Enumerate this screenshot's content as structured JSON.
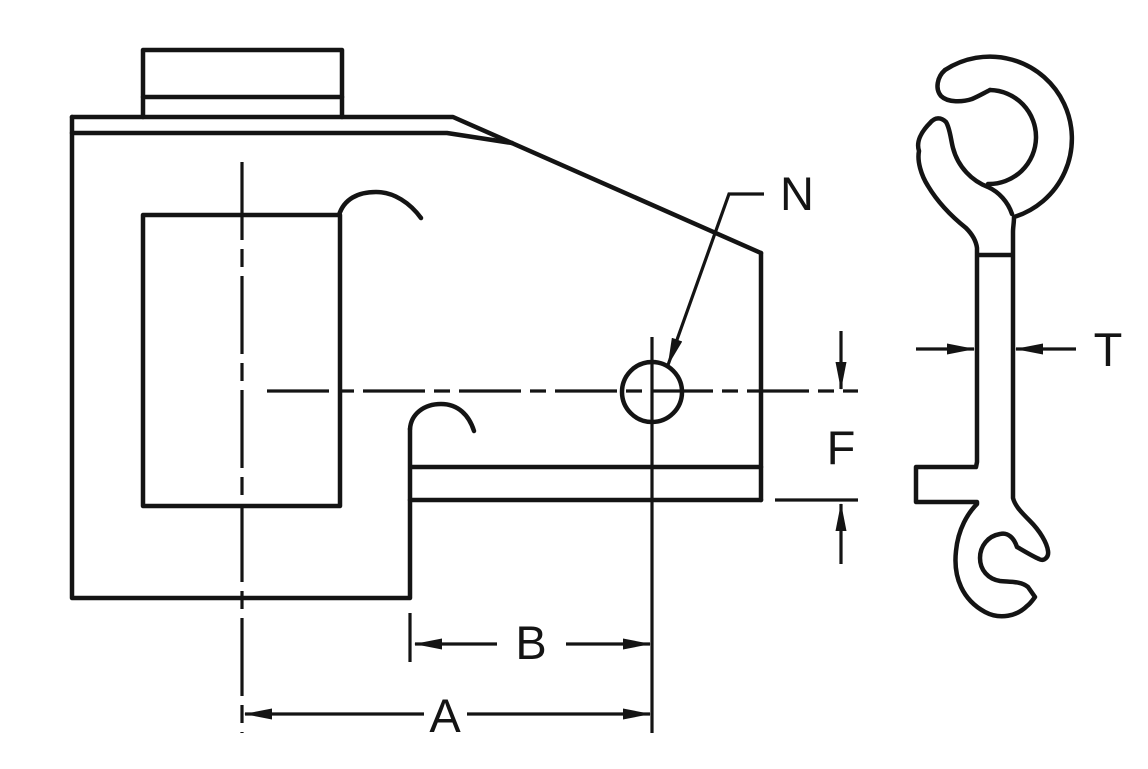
{
  "drawing": {
    "background_color": "#ffffff",
    "line_color": "#141414",
    "labels": {
      "hole_callout": "N",
      "flange_height_dim": "F",
      "material_thickness_dim": "T",
      "hole_to_step_dim": "B",
      "hole_to_centerline_dim": "A"
    }
  }
}
